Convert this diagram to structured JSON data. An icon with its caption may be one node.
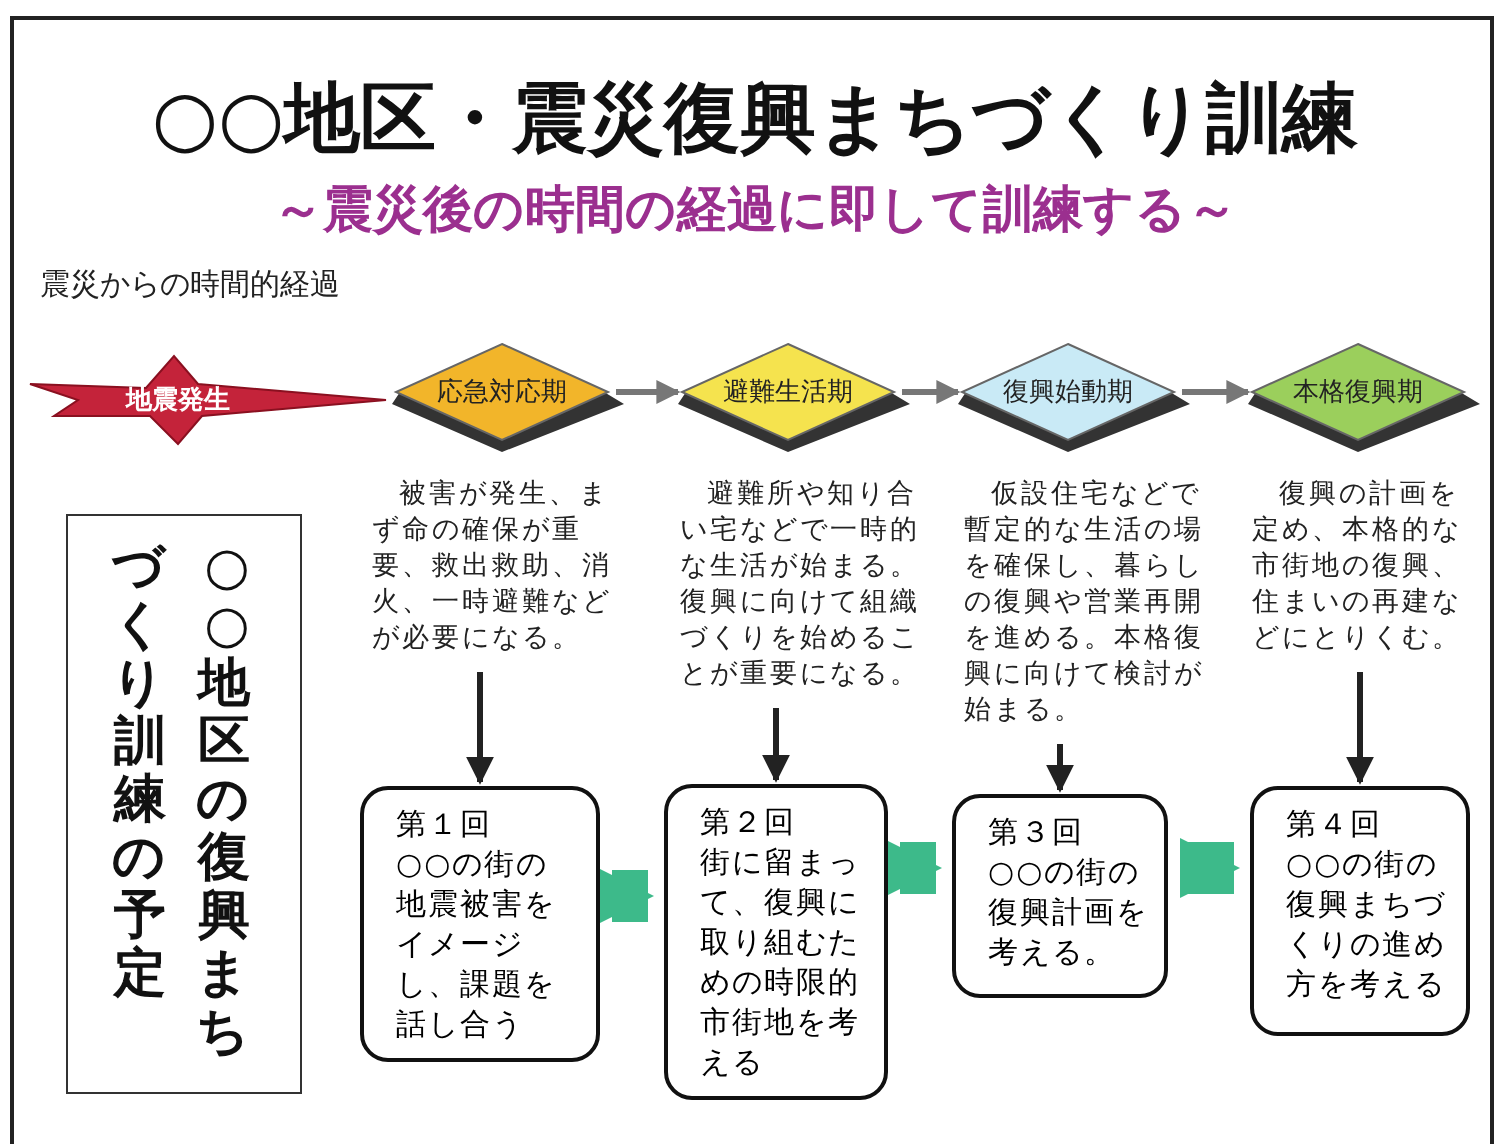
{
  "diagram": {
    "title": "○○地区・震災復興まちづくり訓練",
    "nodes": [
      {
        "text": [
          "地震発生"
        ]
      },
      {
        "text": [
          "応急対応期"
        ]
      },
      {
        "text": [
          "避難生活期"
        ]
      },
      {
        "text": [
          "復興始動期"
        ]
      },
      {
        "text": [
          "本格復興期"
        ]
      },
      {
        "text": [
          "被害が発生、まず命の確保が重要、救出救助、消火、一時避難などが必要になる。"
        ]
      },
      {
        "text": [
          "避難所や知り合い宅などで一時的な生活が始まる。復興に向けて組織づくりを始めることが重要になる。"
        ]
      },
      {
        "text": [
          "仮設住宅などで暫定的な生活の場を確保し、暮らしの復興や営業再開を進める。本格復興に向けて検討が始まる。"
        ]
      },
      {
        "text": [
          "復興の計画を定め、本格的な市街地の復興、住まいの再建などにとりくむ。"
        ]
      },
      {
        "text": [
          "○○地区の復興まちづくり訓練の予定"
        ]
      },
      {
        "text": [
          "第１回",
          "○○の街の地震被害をイメージし、課題を話し合う"
        ]
      },
      {
        "text": [
          "第２回",
          "街に留まって、復興に取り組むための時限的市街地を考える"
        ]
      },
      {
        "text": [
          "第３回",
          "○○の街の復興計画を考える。"
        ]
      },
      {
        "text": [
          "第４回",
          "○○の街の復興まちづくりの進め方を考える"
        ]
      }
    ],
    "edges": [
      {
        "from": 1,
        "to": 2,
        "arrow": "to"
      },
      {
        "from": 2,
        "to": 3,
        "arrow": "to"
      },
      {
        "from": 3,
        "to": 4,
        "arrow": "to"
      },
      {
        "from": 5,
        "to": 10,
        "arrow": "to",
        "color": "#222222"
      },
      {
        "from": 6,
        "to": 11,
        "arrow": "to",
        "color": "#222222"
      },
      {
        "from": 7,
        "to": 12,
        "arrow": "to",
        "color": "#222222"
      },
      {
        "from": 8,
        "to": 13,
        "arrow": "to",
        "color": "#222222"
      },
      {
        "from": 10,
        "to": 11,
        "arrow": "to",
        "style": "thick",
        "color": "#3dba8a"
      },
      {
        "from": 11,
        "to": 12,
        "arrow": "to",
        "style": "thick",
        "color": "#3dba8a"
      },
      {
        "from": 12,
        "to": 13,
        "arrow": "to",
        "style": "thick",
        "color": "#3dba8a"
      }
    ],
    "labels": [
      "～震災後の時間の経過に即して訓練する～",
      "震災からの時間的経過"
    ]
  }
}
